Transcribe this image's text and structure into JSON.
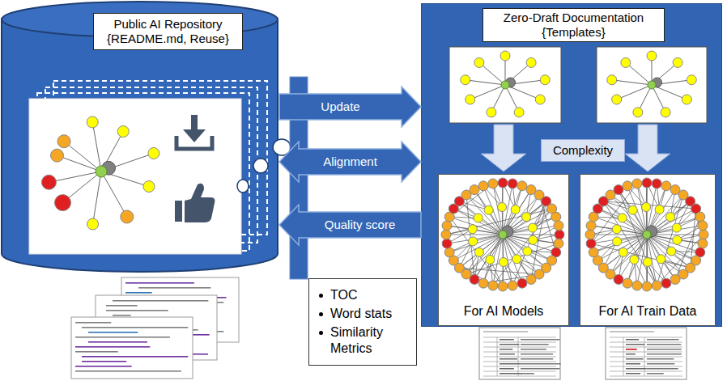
{
  "diagram": {
    "nodes": [
      {
        "text": [
          "Public AI Repository {README.md, Reuse}"
        ]
      },
      {
        "text": [
          "Zero-Draft Documentation {Templates}"
        ]
      },
      {
        "text": [
          "For AI Models"
        ],
        "in": 1
      },
      {
        "text": [
          "For AI Train Data"
        ],
        "in": 1
      },
      {
        "text": [
          "TOC",
          "Word stats",
          "Similarity Metrics"
        ]
      }
    ],
    "edges": [
      {
        "from": 0,
        "to": 1,
        "arrow": "to",
        "label": "Update"
      },
      {
        "from": 0,
        "to": 1,
        "arrow": "both",
        "label": "Alignment"
      },
      {
        "from": 1,
        "to": 0,
        "arrow": "to",
        "label": "Quality score"
      }
    ],
    "labels": [
      "Complexity"
    ]
  }
}
